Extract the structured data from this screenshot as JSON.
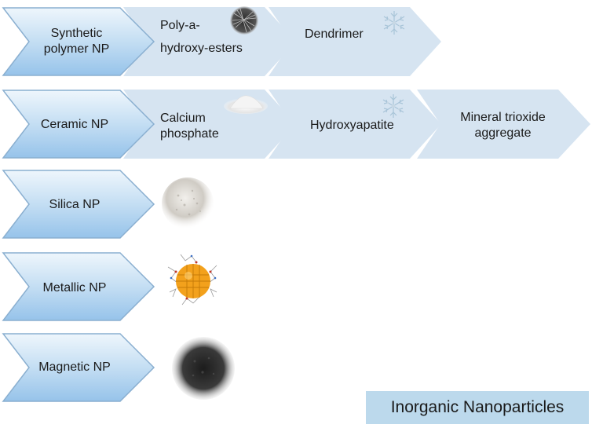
{
  "rows": [
    {
      "category": "Synthetic polymer NP",
      "category_lines": [
        "Synthetic",
        "polymer NP"
      ],
      "subtypes": [
        {
          "lines": [
            "Poly-a-",
            "hydroxy-esters"
          ],
          "icon": "fiber-mesh-icon"
        },
        {
          "lines": [
            "Dendrimer"
          ],
          "icon": "snowflake-crystal-icon"
        }
      ]
    },
    {
      "category": "Ceramic NP",
      "category_lines": [
        "Ceramic NP"
      ],
      "subtypes": [
        {
          "lines": [
            "Calcium",
            "phosphate"
          ],
          "icon": "white-powder-icon"
        },
        {
          "lines": [
            "Hydroxyapatite"
          ],
          "icon": "snowflake-crystal-icon"
        },
        {
          "lines": [
            "Mineral trioxide",
            "aggregate"
          ],
          "icon": ""
        }
      ]
    },
    {
      "category": "Silica NP",
      "category_lines": [
        "Silica NP"
      ],
      "subtypes": [],
      "icon": "silica-particle-icon"
    },
    {
      "category": "Metallic NP",
      "category_lines": [
        "Metallic NP"
      ],
      "subtypes": [],
      "icon": "gold-lattice-particle-icon"
    },
    {
      "category": "Magnetic NP",
      "category_lines": [
        "Magnetic NP"
      ],
      "subtypes": [],
      "icon": "dark-magnetic-particle-icon"
    }
  ],
  "legend": {
    "label": "Inorganic Nanoparticles"
  },
  "colors": {
    "chevron_grad_top": "#eaf3fb",
    "chevron_grad_bottom": "#9ec8ec",
    "chevron_border": "#8aafd0",
    "sub_chevron_fill": "#d6e4f1",
    "legend_fill": "#bcd9ec"
  }
}
